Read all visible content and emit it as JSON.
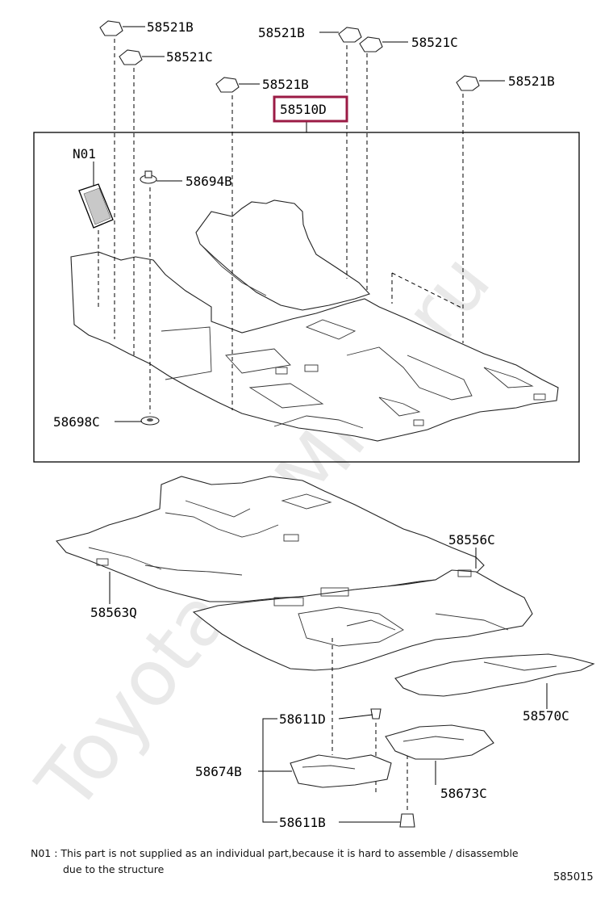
{
  "watermark": "ToyotaCarMine.ru",
  "highlight_color": "#9b1b45",
  "parts": {
    "p58521b_a": "58521B",
    "p58521c_a": "58521C",
    "p58521b_b": "58521B",
    "p58521c_b": "58521C",
    "p58521b_c": "58521B",
    "p58521b_d": "58521B",
    "p58510d": "58510D",
    "n01": "N01",
    "p58694b": "58694B",
    "p58698c": "58698C",
    "p58556c": "58556C",
    "p58563q": "58563Q",
    "p58570c": "58570C",
    "p58611d": "58611D",
    "p58674b": "58674B",
    "p58673c": "58673C",
    "p58611b": "58611B"
  },
  "note": {
    "line1": "N01 : This part is not supplied as an individual part,because it is hard to assemble / disassemble",
    "line2": "due to the structure"
  },
  "diagram_id": "585015",
  "icons": [
    "clip-icon",
    "grommet-icon",
    "pad-icon"
  ]
}
